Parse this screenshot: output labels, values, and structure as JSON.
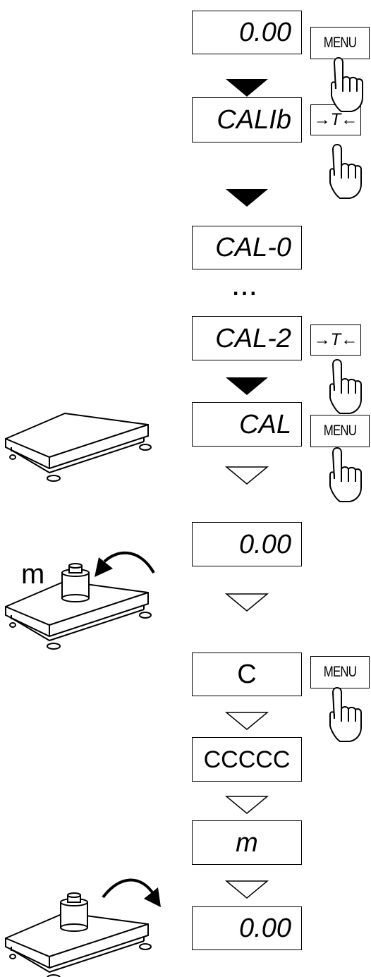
{
  "steps": [
    {
      "display": "0.00"
    },
    {
      "display": "CALIb"
    },
    {
      "display": "CAL-0"
    },
    {
      "display": "CAL-2"
    },
    {
      "display": "CAL"
    },
    {
      "display": "0.00"
    },
    {
      "display": "C"
    },
    {
      "display": "CCCCC"
    },
    {
      "display": "m"
    },
    {
      "display": "0.00"
    }
  ],
  "ellipsis": "...",
  "keys": {
    "menu": "MENU",
    "tare": "→T←"
  },
  "mass_label": "m",
  "icons": {
    "hand": "pointing-hand-icon",
    "scale": "weighing-platform-icon",
    "weight": "calibration-weight-icon",
    "arrow": "curved-arrow-icon"
  },
  "colors": {
    "line": "#000000",
    "background": "#ffffff"
  }
}
